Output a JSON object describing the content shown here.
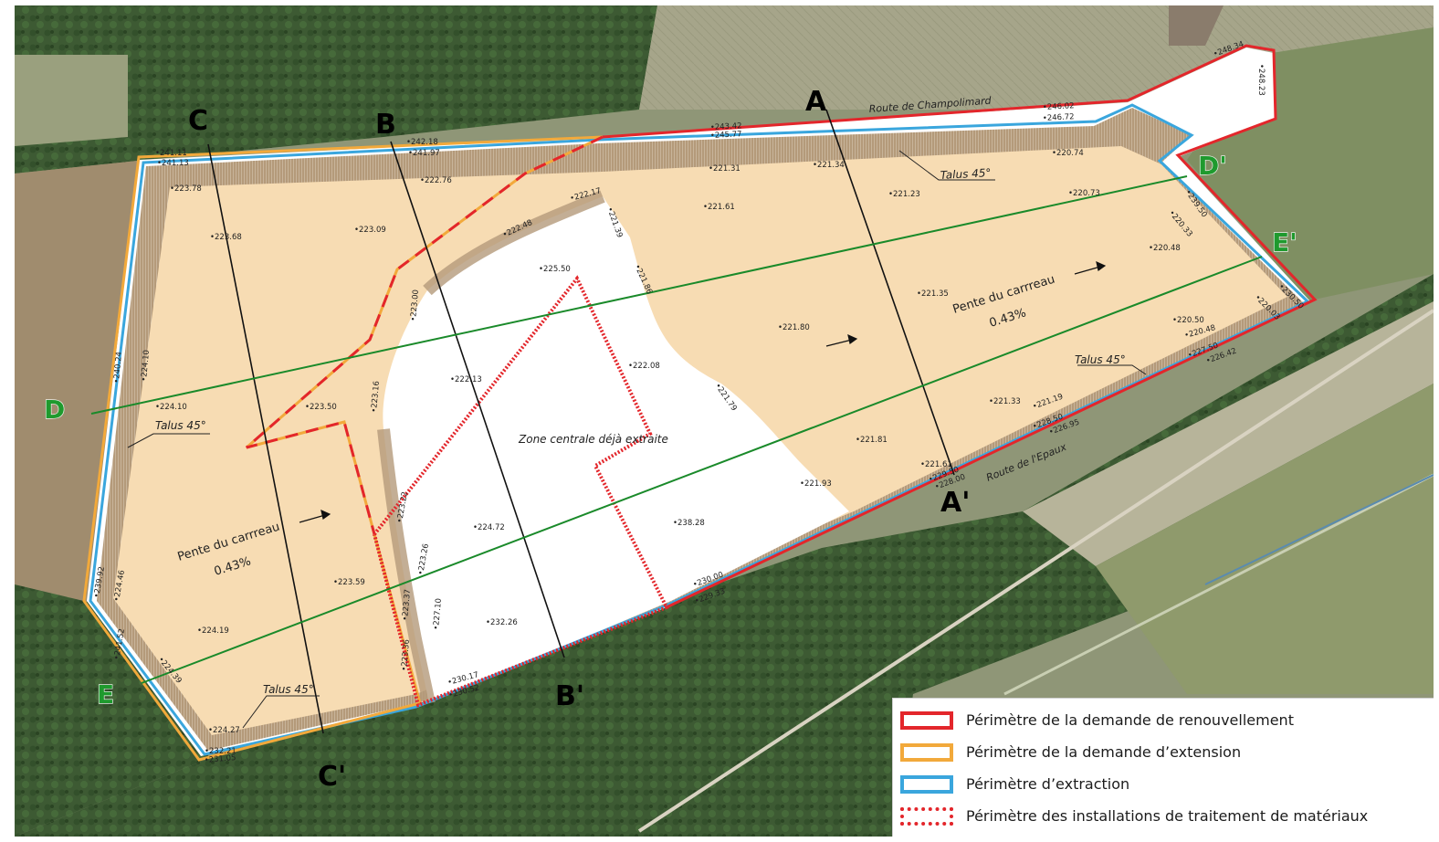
{
  "roads": {
    "north": "Route de Champolimard",
    "south": "Route de l'Epaux"
  },
  "sections": {
    "a": "A",
    "a_prime": "A'",
    "b": "B",
    "b_prime": "B'",
    "c": "C",
    "c_prime": "C'",
    "d": "D",
    "d_prime": "D'",
    "e": "E",
    "e_prime": "E'"
  },
  "annotations": {
    "talus_north": "Talus 45°",
    "talus_east": "Talus 45°",
    "talus_west": "Talus 45°",
    "talus_south": "Talus 45°",
    "pente_east_title": "Pente du carrreau",
    "pente_east_value": "0.43%",
    "pente_west_title": "Pente du carrreau",
    "pente_west_value": "0.43%",
    "zone_centrale": "Zone centrale déjà extraite"
  },
  "elevations": [
    "241.11",
    "241.13",
    "242.18",
    "241.97",
    "243.42",
    "245.77",
    "246.02",
    "246.72",
    "248.34",
    "248.23",
    "223.78",
    "222.76",
    "221.31",
    "221.34",
    "220.74",
    "223.68",
    "223.09",
    "222.17",
    "221.39",
    "221.61",
    "221.23",
    "220.73",
    "239.50",
    "220.33",
    "222.48",
    "225.50",
    "221.86",
    "220.48",
    "221.35",
    "230.50",
    "220.03",
    "223.00",
    "221.80",
    "240.24",
    "224.10",
    "222.13",
    "222.08",
    "220.50",
    "220.48",
    "227.50",
    "226.42",
    "224.10",
    "223.50",
    "221.79",
    "221.33",
    "221.19",
    "228.50",
    "226.95",
    "223.16",
    "221.81",
    "221.61",
    "229.50",
    "228.00",
    "221.93",
    "238.28",
    "223.22",
    "224.72",
    "239.92",
    "224.46",
    "223.59",
    "230.00",
    "229.33",
    "223.26",
    "224.19",
    "232.26",
    "227.10",
    "223.37",
    "241.52",
    "224.39",
    "223.36",
    "230.17",
    "230.52",
    "224.27",
    "232.21",
    "231.05"
  ],
  "legend": {
    "items": [
      {
        "label": "Périmètre de la demande de renouvellement",
        "color": "#e3262b",
        "style": "solid"
      },
      {
        "label": "Périmètre de la demande d’extension",
        "color": "#f2a93b",
        "style": "solid"
      },
      {
        "label": "Périmètre d’extraction",
        "color": "#3aa6dd",
        "style": "solid"
      },
      {
        "label": "Périmètre des installations de traitement de matériaux",
        "color": "#e3262b",
        "style": "dotted"
      }
    ]
  },
  "colors": {
    "carreau": "#f7dcb3",
    "talus": "#b49a7a",
    "zone_centrale": "#ffffff",
    "renouvellement": "#e3262b",
    "extension": "#f2a93b",
    "extraction": "#3aa6dd",
    "section_line_black": "#111111",
    "section_line_green": "#1a8a2a"
  }
}
